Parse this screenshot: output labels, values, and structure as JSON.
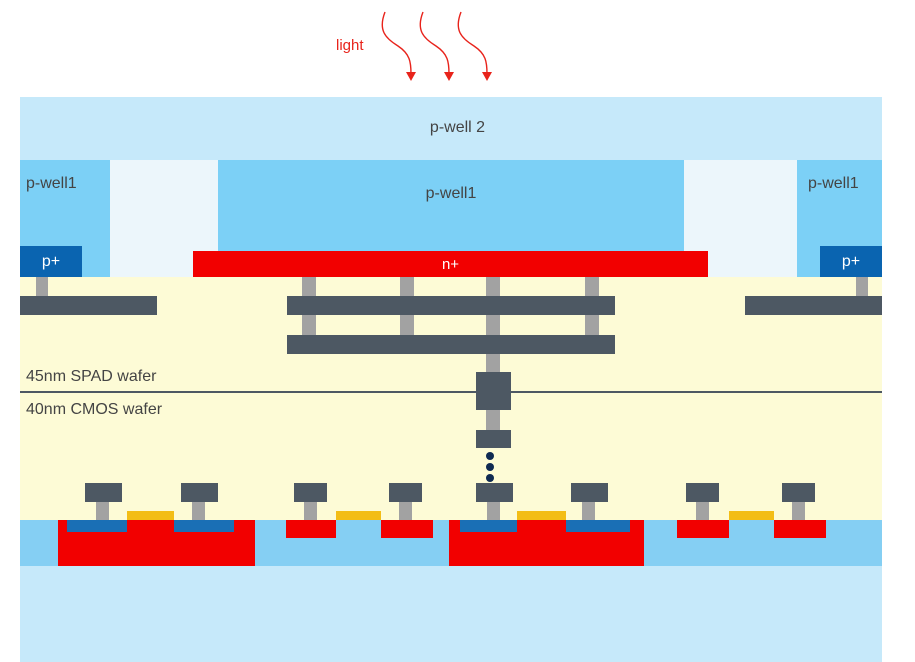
{
  "labels": {
    "light": "light",
    "p_well_2": "p-well 2",
    "p_well1_left": "p-well1",
    "p_well1_center": "p-well1",
    "p_well1_right": "p-well1",
    "p_plus_left": "p+",
    "p_plus_right": "p+",
    "n_plus": "n+",
    "spad_wafer": "45nm SPAD wafer",
    "cmos_wafer": "40nm CMOS wafer"
  },
  "colors": {
    "light_arrow": "#e8231b",
    "p_well_2": "#c6e9fa",
    "p_well1": "#7cd0f6",
    "epi_gap": "#ecf6fb",
    "p_plus": "#0a64b0",
    "n_plus": "#f20000",
    "oxide": "#fdfbd6",
    "metal": "#4d5863",
    "via": "#a2a2a2",
    "gate": "#f3bd16",
    "ldd": "#1a6fb5",
    "substrate": "#c6e9fa",
    "sti": "#85cff3",
    "bond_line": "#4d5863",
    "dots": "#0f2a52"
  }
}
